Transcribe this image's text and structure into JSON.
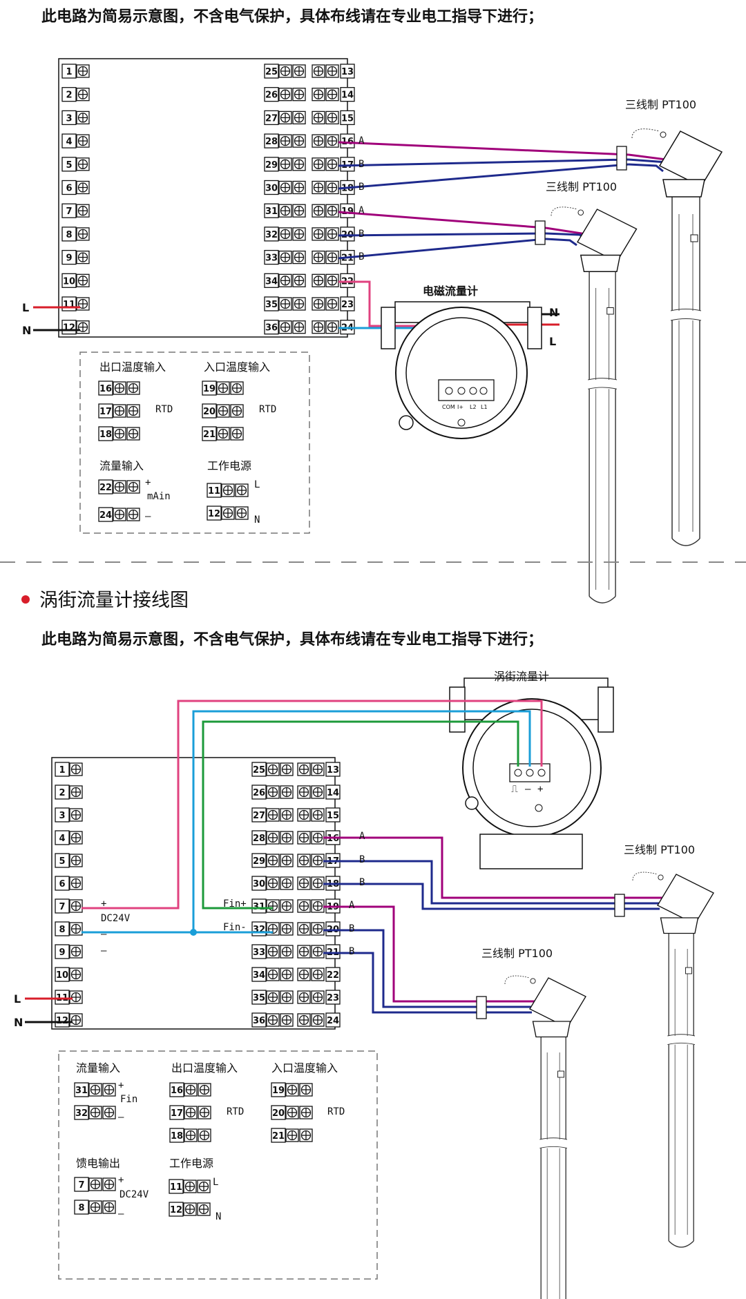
{
  "section1": {
    "note": "此电路为简易示意图，不含电气保护，具体布线请在专业电工指导下进行；",
    "sensor_label_1": "三线制 PT100",
    "sensor_label_2": "三线制 PT100",
    "meter_label": "电磁流量计",
    "meter_terminals": [
      "COM",
      "I+",
      "L2",
      "L1"
    ],
    "power_L": "L",
    "power_N": "N",
    "wire_letters": [
      "A",
      "B",
      "B",
      "A",
      "B",
      "B"
    ],
    "legend": {
      "out_temp": "出口温度输入",
      "in_temp": "入口温度输入",
      "flow": "流量输入",
      "power": "工作电源",
      "rtd": "RTD",
      "mAin": "mAin",
      "plus": "+",
      "minus": "—",
      "L": "L",
      "N": "N"
    }
  },
  "section2": {
    "heading": "涡街流量计接线图",
    "note": "此电路为简易示意图，不含电气保护，具体布线请在专业电工指导下进行；",
    "meter_label": "涡街流量计",
    "sensor_label_1": "三线制 PT100",
    "sensor_label_2": "三线制 PT100",
    "power_L": "L",
    "power_N": "N",
    "wire_letters": [
      "A",
      "B",
      "B",
      "A",
      "B",
      "B"
    ],
    "dc_plus": "+",
    "dc_label": "DC24V",
    "dc_minus1": "—",
    "dc_minus2": "—",
    "fin_plus": "Fin+",
    "fin_minus": "Fin-",
    "meter_terms": [
      "⎍",
      "—",
      "+"
    ],
    "legend": {
      "flow": "流量输入",
      "out_temp": "出口温度输入",
      "in_temp": "入口温度输入",
      "feed": "馈电输出",
      "power": "工作电源",
      "fin": "Fin",
      "rtd": "RTD",
      "dc": "DC24V",
      "plus": "+",
      "minus": "—",
      "L": "L",
      "N": "N"
    }
  },
  "terminals": {
    "left": [
      "1",
      "2",
      "3",
      "4",
      "5",
      "6",
      "7",
      "8",
      "9",
      "10",
      "11",
      "12"
    ],
    "middle": [
      "25",
      "26",
      "27",
      "28",
      "29",
      "30",
      "31",
      "32",
      "33",
      "34",
      "35",
      "36"
    ],
    "right": [
      "13",
      "14",
      "15",
      "16",
      "17",
      "18",
      "19",
      "20",
      "21",
      "22",
      "23",
      "24"
    ],
    "legend_16_18": [
      "16",
      "17",
      "18"
    ],
    "legend_19_21": [
      "19",
      "20",
      "21"
    ],
    "legend_22_24": [
      "22",
      "24"
    ],
    "legend_11_12": [
      "11",
      "12"
    ],
    "legend_31_32": [
      "31",
      "32"
    ],
    "legend_7_8": [
      "7",
      "8"
    ]
  },
  "colors": {
    "magenta": "#a0007a",
    "navy": "#1e2a8c",
    "pink": "#e0427f",
    "cyan": "#1a9ed8",
    "green": "#1c9a3a",
    "red": "#d81e2a",
    "black": "#111111",
    "bullet": "#d81e2a"
  }
}
